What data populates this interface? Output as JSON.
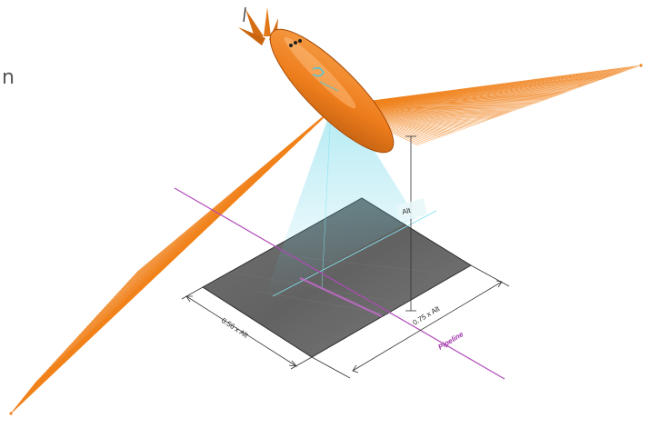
{
  "figure": {
    "cut_letter": "n",
    "labels": {
      "altitude": "Alt",
      "width_left": "0.56 x Alt",
      "width_right": "0.75 x Alt",
      "pipeline": "Pipeline"
    },
    "colors": {
      "beams": "#f0831e",
      "vehicle": "#ee7d1c",
      "vehicle_dark": "#a94c09",
      "sonar_cone": "#5fd3e6",
      "pipeline": "#b04ab8",
      "seabed": "#5d5d5d",
      "dimension_lines": "#333333"
    },
    "icons": [
      "auv-vehicle-icon"
    ]
  }
}
